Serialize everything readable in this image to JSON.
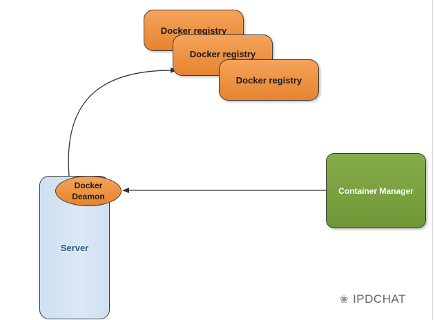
{
  "registries": [
    {
      "label": "Docker registry"
    },
    {
      "label": "Docker registry"
    },
    {
      "label": "Docker registry"
    }
  ],
  "server": {
    "label": "Server"
  },
  "daemon": {
    "line1": "Docker",
    "line2": "Deamon"
  },
  "manager": {
    "label": "Container Manager"
  },
  "watermark": {
    "text": "IPDCHAT",
    "icon": "wechat-bubble-icon"
  },
  "colors": {
    "registry_fill": "#e98f3e",
    "server_fill": "#d5e3f3",
    "manager_fill": "#77a03c",
    "arrow": "#333333"
  }
}
